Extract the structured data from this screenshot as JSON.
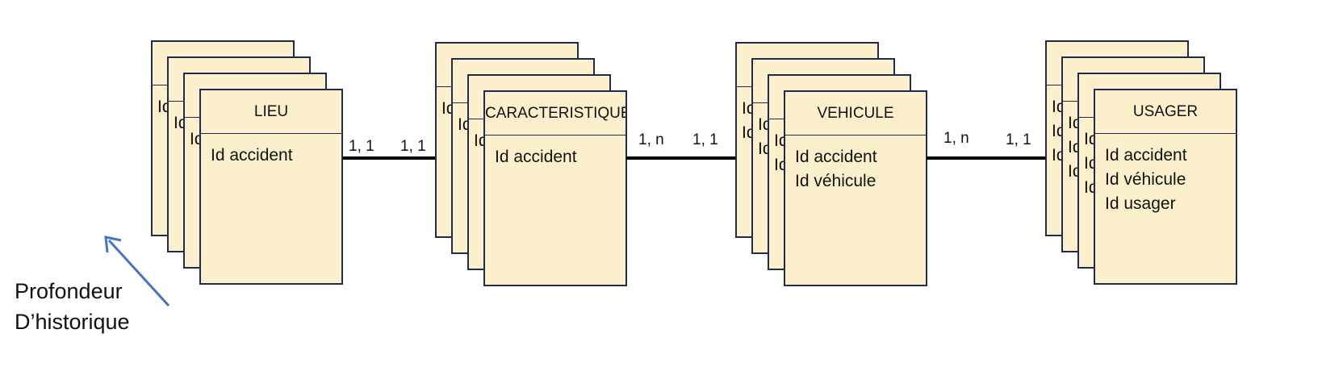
{
  "entities": [
    {
      "name": "LIEU",
      "attributes": [
        "Id accident"
      ]
    },
    {
      "name": "CARACTERISTIQUE",
      "attributes": [
        "Id accident"
      ]
    },
    {
      "name": "VEHICULE",
      "attributes": [
        "Id accident",
        "Id véhicule"
      ]
    },
    {
      "name": "USAGER",
      "attributes": [
        "Id accident",
        "Id véhicule",
        "Id usager"
      ]
    }
  ],
  "relations": [
    {
      "from": "LIEU",
      "to": "CARACTERISTIQUE",
      "card_from": "1, 1",
      "card_to": "1, 1"
    },
    {
      "from": "CARACTERISTIQUE",
      "to": "VEHICULE",
      "card_from": "1, n",
      "card_to": "1, 1"
    },
    {
      "from": "VEHICULE",
      "to": "USAGER",
      "card_from": "1, n",
      "card_to": "1, 1"
    }
  ],
  "legend": {
    "line1": "Profondeur",
    "line2": "D’historique"
  },
  "colors": {
    "card_fill": "#fcf0cc",
    "card_border": "#1f2a4d",
    "connector": "#000000",
    "arrow": "#4472c4"
  }
}
